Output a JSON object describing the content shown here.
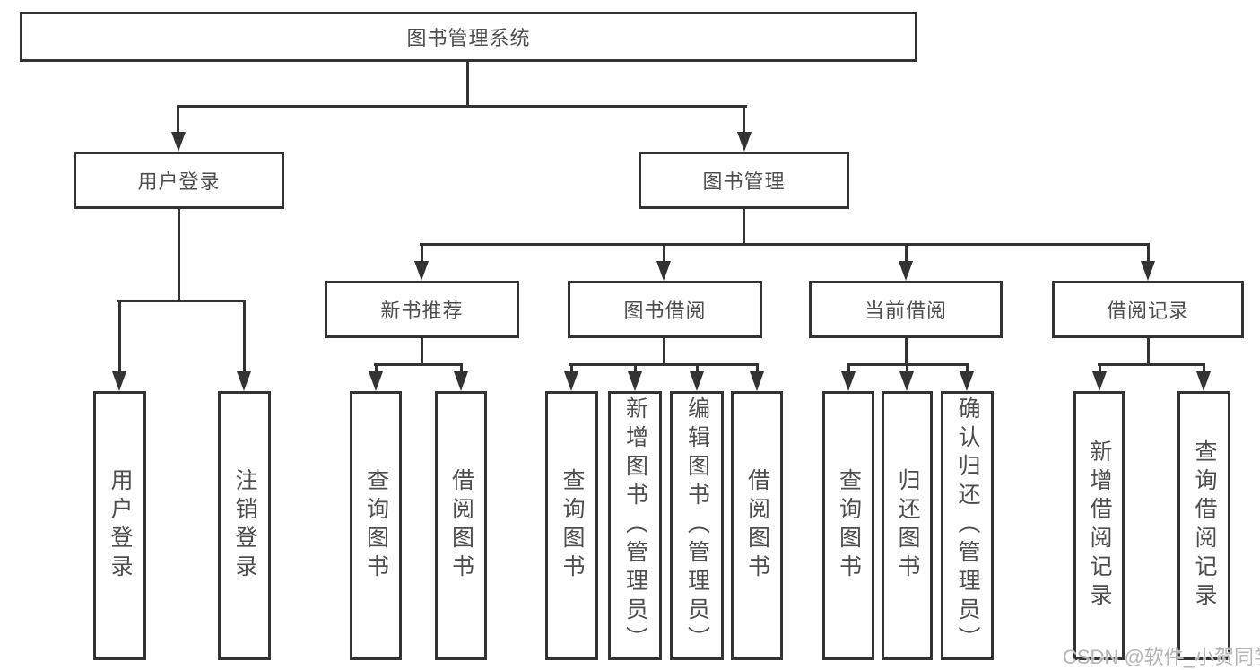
{
  "diagram": {
    "root": {
      "label": "图书管理系统"
    },
    "branches": [
      {
        "label": "用户登录",
        "children": [
          {
            "label": "用户登录"
          },
          {
            "label": "注销登录"
          }
        ]
      },
      {
        "label": "图书管理",
        "children": [
          {
            "label": "新书推荐",
            "children": [
              {
                "label": "查询图书"
              },
              {
                "label": "借阅图书"
              }
            ]
          },
          {
            "label": "图书借阅",
            "children": [
              {
                "label": "查询图书"
              },
              {
                "label": "新增图书（管理员）"
              },
              {
                "label": "编辑图书（管理员）"
              },
              {
                "label": "借阅图书"
              }
            ]
          },
          {
            "label": "当前借阅",
            "children": [
              {
                "label": "查询图书"
              },
              {
                "label": "归还图书"
              },
              {
                "label": "确认归还（管理员）"
              }
            ]
          },
          {
            "label": "借阅记录",
            "children": [
              {
                "label": "新增借阅记录"
              },
              {
                "label": "查询借阅记录"
              }
            ]
          }
        ]
      }
    ]
  },
  "watermark": {
    "text": "CSDN @软件_小贺同学"
  },
  "colors": {
    "line": "#333333",
    "box_border": "#333333",
    "text": "#4d4d4d",
    "watermark": "#b5b5b5",
    "background": "#ffffff"
  }
}
